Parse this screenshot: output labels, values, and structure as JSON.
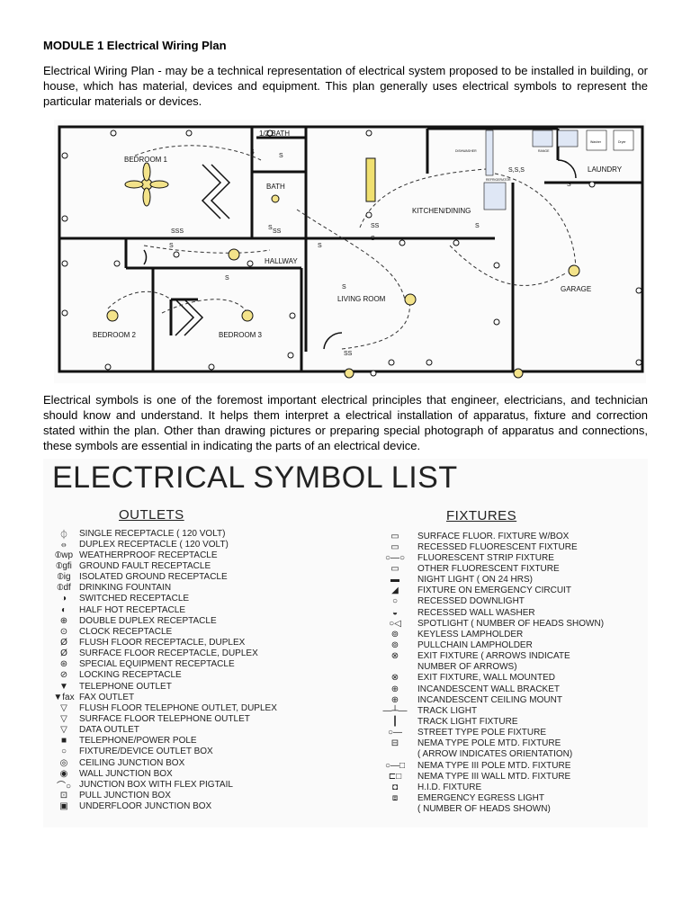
{
  "document": {
    "title": "MODULE 1 Electrical Wiring Plan",
    "intro": "Electrical Wiring Plan - may be a technical representation of electrical system proposed to be installed in building, or house, which has material, devices and equipment. This plan generally uses electrical symbols to represent the particular materials or devices.",
    "body": "Electrical symbols is one of the foremost important electrical principles that engineer, electricians, and technician should know and understand. It helps them interpret a electrical installation of apparatus, fixture and correction stated within the plan. Other than drawing pictures or preparing special photograph of apparatus and connections, these symbols are essential in indicating the parts of an electrical device."
  },
  "floor_plan": {
    "rooms": {
      "half_bath": "1/2 BATH",
      "bedroom1": "BEDROOM 1",
      "bath": "BATH",
      "kitchen": "KITCHEN/DINING",
      "laundry": "LAUNDRY",
      "hallway": "HALLWAY",
      "living": "LIVING ROOM",
      "garage": "GARAGE",
      "bedroom2": "BEDROOM 2",
      "bedroom3": "BEDROOM 3"
    },
    "switch_labels": [
      "S",
      "S",
      "SSS",
      "S",
      "SS",
      "S",
      "S",
      "S",
      "SS",
      "S",
      "S",
      "S,S,S",
      "S",
      "S",
      "SS"
    ],
    "appliance_labels": [
      "DISHWASHER",
      "RANGE",
      "REFRIGERATOR",
      "Washer",
      "Dryer"
    ]
  },
  "symbol_list": {
    "title": "ELECTRICAL SYMBOL LIST",
    "outlets_heading": "OUTLETS",
    "fixtures_heading": "FIXTURES",
    "outlets": [
      {
        "icon": "⏀",
        "label": "SINGLE RECEPTACLE   ( 120 VOLT)"
      },
      {
        "icon": "⦵",
        "label": "DUPLEX RECEPTACLE   ( 120 VOLT)"
      },
      {
        "icon": "⦶wp",
        "label": "WEATHERPROOF RECEPTACLE"
      },
      {
        "icon": "⦶gfi",
        "label": "GROUND FAULT RECEPTACLE"
      },
      {
        "icon": "⦶ig",
        "label": "ISOLATED GROUND RECEPTACLE"
      },
      {
        "icon": "⦶df",
        "label": "DRINKING FOUNTAIN"
      },
      {
        "icon": "◑",
        "label": "SWITCHED RECEPTACLE"
      },
      {
        "icon": "◐",
        "label": "HALF HOT RECEPTACLE"
      },
      {
        "icon": "⊕",
        "label": "DOUBLE DUPLEX RECEPTACLE"
      },
      {
        "icon": "⊙",
        "label": "CLOCK RECEPTACLE"
      },
      {
        "icon": "Ø",
        "label": "FLUSH FLOOR RECEPTACLE, DUPLEX"
      },
      {
        "icon": "Ø",
        "label": "SURFACE FLOOR RECEPTACLE, DUPLEX"
      },
      {
        "icon": "⊛",
        "label": "SPECIAL EQUIPMENT RECEPTACLE"
      },
      {
        "icon": "⊘",
        "label": "LOCKING RECEPTACLE"
      },
      {
        "icon": "▼",
        "label": "TELEPHONE OUTLET"
      },
      {
        "icon": "▼fax",
        "label": "FAX OUTLET"
      },
      {
        "icon": "▽",
        "label": "FLUSH FLOOR TELEPHONE OUTLET, DUPLEX"
      },
      {
        "icon": "▽",
        "label": "SURFACE FLOOR TELEPHONE OUTLET"
      },
      {
        "icon": "▽",
        "label": "DATA OUTLET"
      },
      {
        "icon": "■",
        "label": "TELEPHONE/POWER POLE"
      },
      {
        "icon": "○",
        "label": "FIXTURE/DEVICE OUTLET BOX"
      },
      {
        "icon": "◎",
        "label": "CEILING JUNCTION BOX"
      },
      {
        "icon": "◉",
        "label": "WALL JUNCTION BOX"
      },
      {
        "icon": "⌒○",
        "label": "JUNCTION BOX WITH FLEX PIGTAIL"
      },
      {
        "icon": "⊡",
        "label": "PULL JUNCTION BOX"
      },
      {
        "icon": "▣",
        "label": "UNDERFLOOR JUNCTION BOX"
      }
    ],
    "fixtures": [
      {
        "icon": "▭",
        "label": "SURFACE FLUOR. FIXTURE W/BOX"
      },
      {
        "icon": "▭",
        "label": "RECESSED FLUORESCENT FIXTURE"
      },
      {
        "icon": "○—○",
        "label": "FLUORESCENT STRIP FIXTURE"
      },
      {
        "icon": "▭",
        "label": "OTHER FLUORESCENT FIXTURE"
      },
      {
        "icon": "▬",
        "label": "NIGHT LIGHT ( ON 24 HRS)"
      },
      {
        "icon": "◢",
        "label": "FIXTURE ON EMERGENCY CIRCUIT"
      },
      {
        "icon": "○",
        "label": "RECESSED DOWNLIGHT"
      },
      {
        "icon": "◒",
        "label": "RECESSED WALL WASHER"
      },
      {
        "icon": "○◁",
        "label": "SPOTLIGHT  ( NUMBER OF HEADS SHOWN)"
      },
      {
        "icon": "⊚",
        "label": "KEYLESS LAMPHOLDER"
      },
      {
        "icon": "⊚",
        "label": "PULLCHAIN LAMPHOLDER"
      },
      {
        "icon": "⊗",
        "label": "EXIT FIXTURE  ( ARROWS INDICATE"
      },
      {
        "icon": "",
        "label": "NUMBER OF ARROWS)"
      },
      {
        "icon": "⊗",
        "label": "EXIT FIXTURE, WALL MOUNTED"
      },
      {
        "icon": "⊕",
        "label": "INCANDESCENT WALL BRACKET"
      },
      {
        "icon": "⊕",
        "label": "INCANDESCENT CEILING MOUNT"
      },
      {
        "icon": "—┴—",
        "label": "TRACK LIGHT"
      },
      {
        "icon": "┃",
        "label": "TRACK LIGHT FIXTURE"
      },
      {
        "icon": "○—",
        "label": "STREET TYPE POLE FIXTURE"
      },
      {
        "icon": "⊟",
        "label": "NEMA TYPE POLE MTD. FIXTURE"
      },
      {
        "icon": "",
        "label": "( ARROW INDICATES ORIENTATION)"
      },
      {
        "icon": "○—□",
        "label": "NEMA TYPE III POLE MTD. FIXTURE"
      },
      {
        "icon": "⊏□",
        "label": "NEMA TYPE III WALL MTD. FIXTURE"
      },
      {
        "icon": "◘",
        "label": "H.I.D. FIXTURE"
      },
      {
        "icon": "⧈",
        "label": "EMERGENCY EGRESS LIGHT"
      },
      {
        "icon": "",
        "label": "( NUMBER OF HEADS SHOWN)"
      }
    ]
  }
}
